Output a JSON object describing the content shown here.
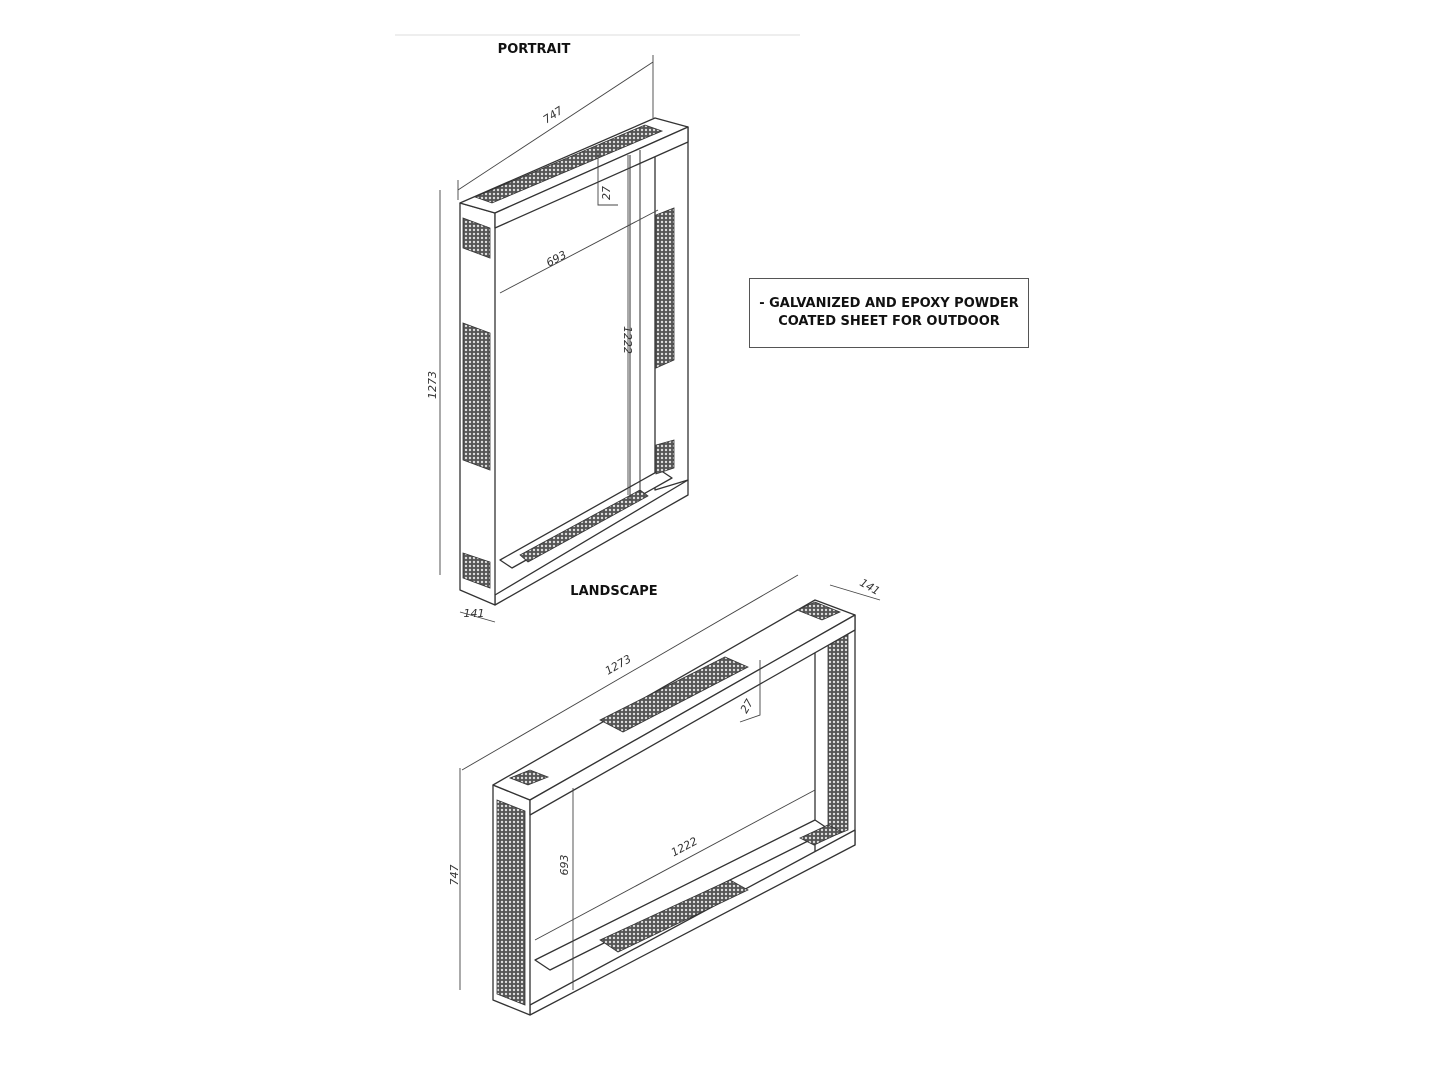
{
  "portrait": {
    "title": "PORTRAIT",
    "dimensions": {
      "width": "747",
      "height": "1273",
      "depth": "141",
      "inner_width": "693",
      "inner_height": "1222",
      "top_thickness": "27"
    }
  },
  "landscape": {
    "title": "LANDSCAPE",
    "dimensions": {
      "width": "1273",
      "height": "747",
      "depth": "141",
      "inner_width": "1222",
      "inner_height": "693",
      "top_thickness": "27"
    }
  },
  "note": {
    "line1": "- GALVANIZED AND EPOXY POWDER",
    "line2": "COATED SHEET FOR OUTDOOR"
  }
}
